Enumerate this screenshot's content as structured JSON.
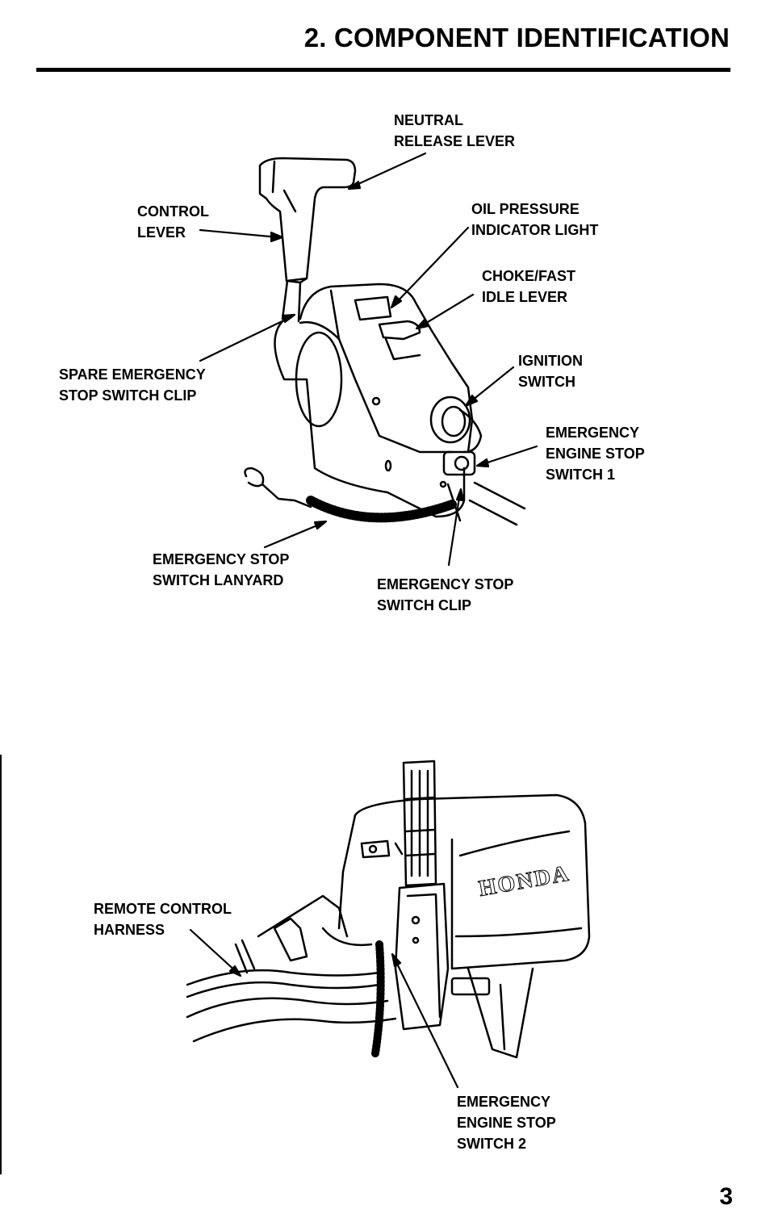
{
  "header": {
    "title": "2. COMPONENT IDENTIFICATION"
  },
  "figure1": {
    "labels": {
      "neutral_release_lever": [
        "NEUTRAL",
        "RELEASE LEVER"
      ],
      "control_lever": [
        "CONTROL",
        "LEVER"
      ],
      "oil_pressure_light": [
        "OIL PRESSURE",
        "INDICATOR LIGHT"
      ],
      "choke_fast_idle_lever": [
        "CHOKE/FAST",
        "IDLE LEVER"
      ],
      "ignition_switch": [
        "IGNITION",
        "SWITCH"
      ],
      "spare_stop_clip": [
        "SPARE EMERGENCY",
        "STOP SWITCH CLIP"
      ],
      "engine_stop_switch_1": [
        "EMERGENCY",
        "ENGINE STOP",
        "SWITCH 1"
      ],
      "stop_switch_lanyard": [
        "EMERGENCY STOP",
        "SWITCH LANYARD"
      ],
      "stop_switch_clip": [
        "EMERGENCY STOP",
        "SWITCH CLIP"
      ]
    }
  },
  "figure2": {
    "brand": "HONDA",
    "labels": {
      "remote_control_harness": [
        "REMOTE CONTROL",
        "HARNESS"
      ],
      "engine_stop_switch_2": [
        "EMERGENCY",
        "ENGINE STOP",
        "SWITCH 2"
      ]
    }
  },
  "footer": {
    "page_number": "3"
  }
}
